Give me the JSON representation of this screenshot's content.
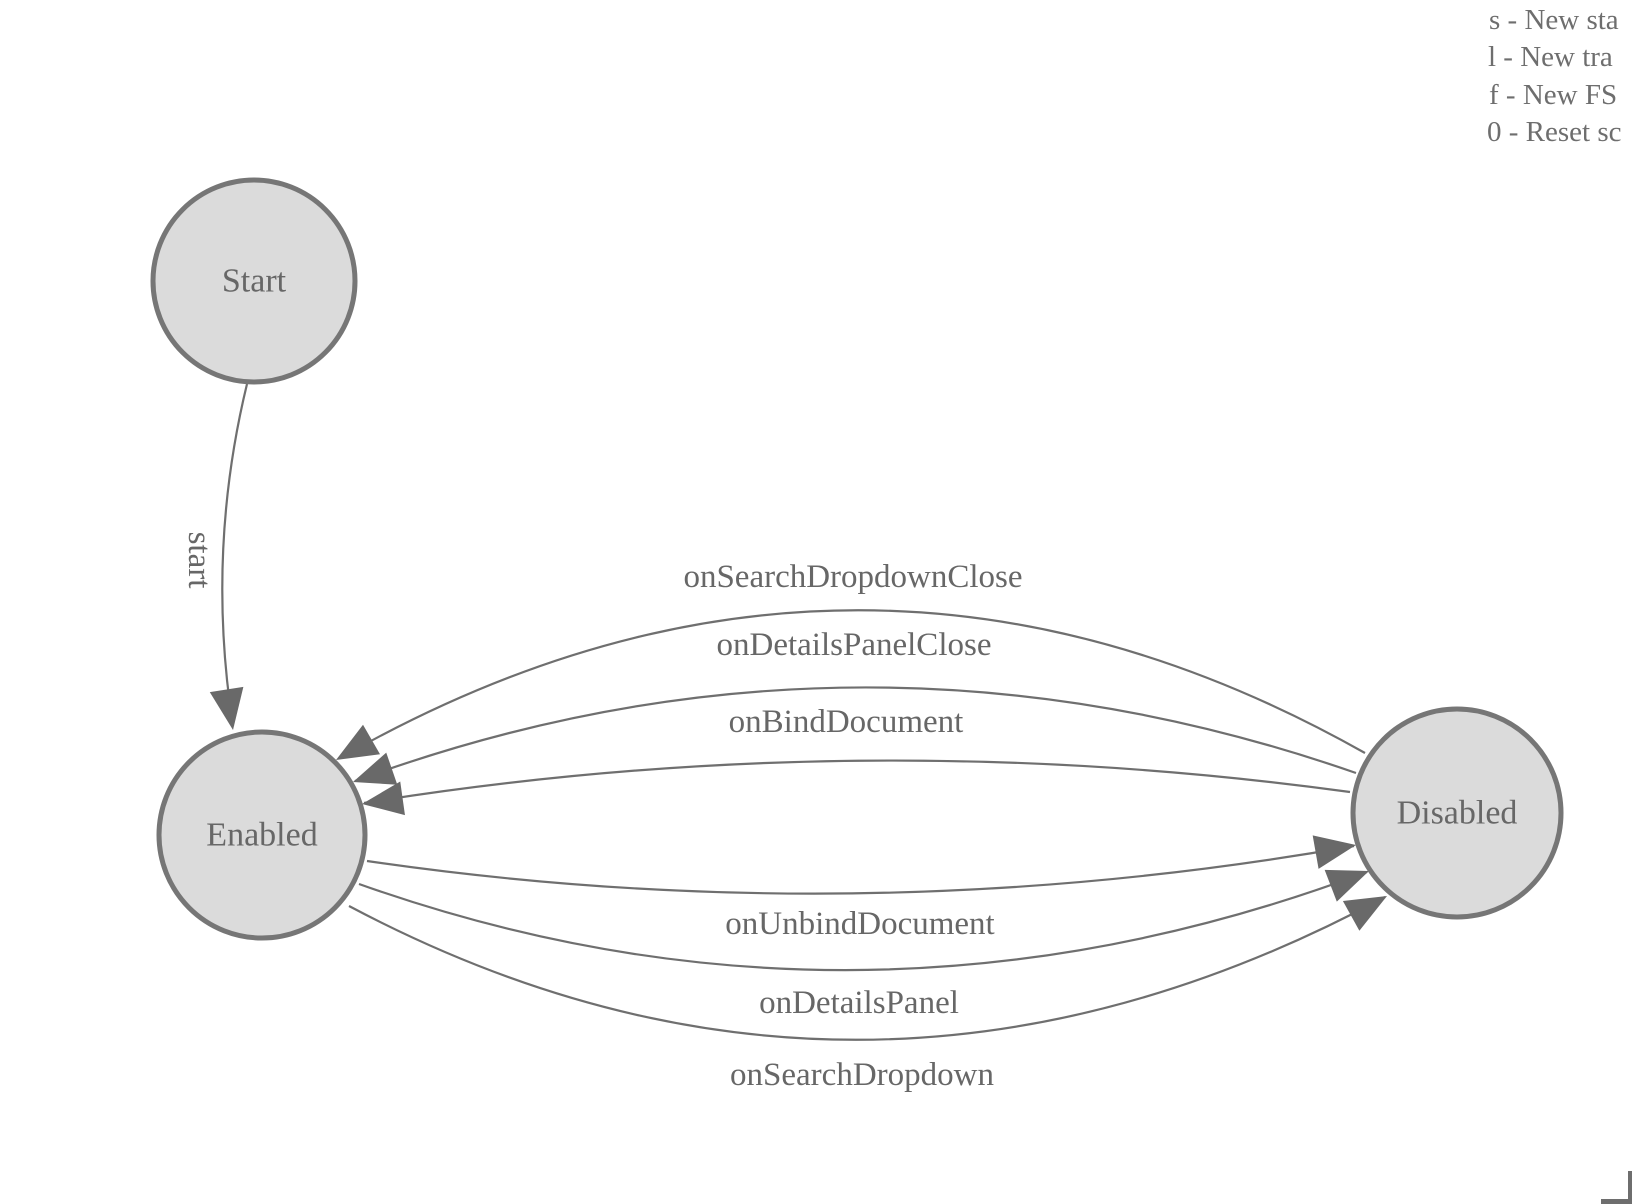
{
  "states": {
    "start": {
      "label": "Start"
    },
    "enabled": {
      "label": "Enabled"
    },
    "disabled": {
      "label": "Disabled"
    }
  },
  "transitions": {
    "start": {
      "label": "start",
      "from": "Start",
      "to": "Enabled"
    },
    "onSearchDropdownClose": {
      "label": "onSearchDropdownClose",
      "from": "Disabled",
      "to": "Enabled"
    },
    "onDetailsPanelClose": {
      "label": "onDetailsPanelClose",
      "from": "Disabled",
      "to": "Enabled"
    },
    "onBindDocument": {
      "label": "onBindDocument",
      "from": "Disabled",
      "to": "Enabled"
    },
    "onUnbindDocument": {
      "label": "onUnbindDocument",
      "from": "Enabled",
      "to": "Disabled"
    },
    "onDetailsPanel": {
      "label": "onDetailsPanel",
      "from": "Enabled",
      "to": "Disabled"
    },
    "onSearchDropdown": {
      "label": "onSearchDropdown",
      "from": "Enabled",
      "to": "Disabled"
    }
  },
  "legend": {
    "items": [
      {
        "key": "s",
        "label": "s - New sta"
      },
      {
        "key": "l",
        "label": "l - New tra"
      },
      {
        "key": "f",
        "label": "f - New FS"
      },
      {
        "key": "0",
        "label": "0 - Reset sc"
      }
    ]
  },
  "colors": {
    "state_fill": "#dbdbdb",
    "state_stroke": "#767676",
    "edge_stroke": "#6f6f6f",
    "arrow_fill": "#696969",
    "node_text": "#676767",
    "label_text": "#676767",
    "legend_text": "#6e6e6e",
    "bracket": "#6e6e6e"
  }
}
